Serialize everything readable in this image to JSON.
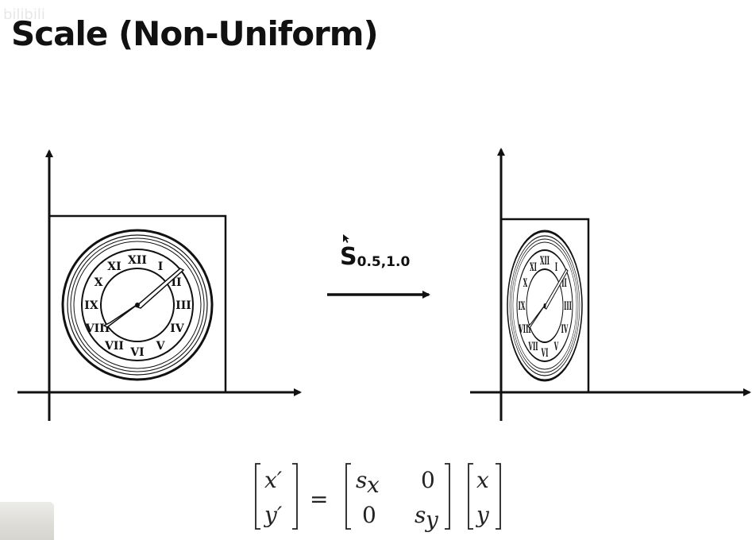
{
  "slide": {
    "title": "Scale (Non-Uniform)"
  },
  "transform": {
    "symbol": "S",
    "subscript": "0.5,1.0"
  },
  "equation": {
    "lhs": [
      "x′",
      "y′"
    ],
    "equals": "=",
    "matrix": [
      [
        "s",
        "0"
      ],
      [
        "0",
        "s"
      ]
    ],
    "matrix_subscripts": [
      "x",
      "y"
    ],
    "rhs": [
      "x",
      "y"
    ]
  },
  "scale": {
    "sx": 0.5,
    "sy": 1.0
  },
  "colors": {
    "ink": "#111111",
    "background": "#ffffff"
  }
}
